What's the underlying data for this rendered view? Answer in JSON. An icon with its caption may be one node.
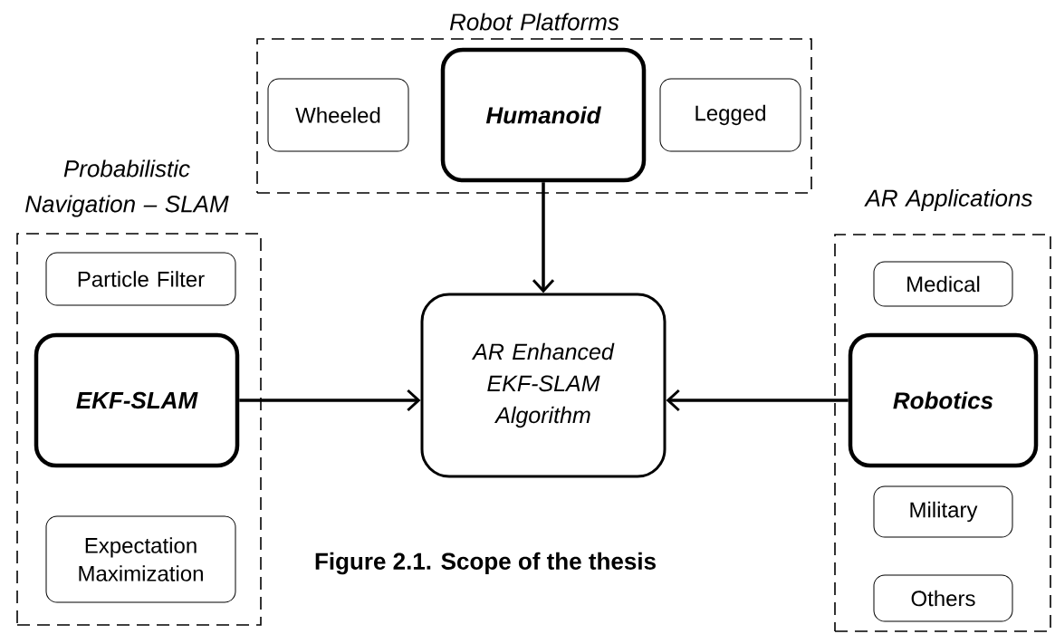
{
  "diagram": {
    "caption": "Figure 2.1. Scope of the thesis",
    "nodes": [
      {
        "text": [
          "Robot Platforms"
        ]
      },
      {
        "text": [
          "Wheeled"
        ],
        "in": 0
      },
      {
        "text": [
          "Humanoid"
        ],
        "in": 0
      },
      {
        "text": [
          "Legged"
        ],
        "in": 0
      },
      {
        "text": [
          "Probabilistic Navigation – SLAM"
        ]
      },
      {
        "text": [
          "Particle Filter"
        ],
        "in": 4
      },
      {
        "text": [
          "EKF-SLAM"
        ],
        "in": 4
      },
      {
        "text": [
          "Expectation Maximization"
        ],
        "in": 4
      },
      {
        "text": [
          "AR Enhanced EKF-SLAM Algorithm"
        ]
      },
      {
        "text": [
          "AR Applications"
        ]
      },
      {
        "text": [
          "Medical"
        ],
        "in": 9
      },
      {
        "text": [
          "Robotics"
        ],
        "in": 9
      },
      {
        "text": [
          "Military"
        ],
        "in": 9
      },
      {
        "text": [
          "Others"
        ],
        "in": 9
      }
    ],
    "edges": [
      {
        "from": 2,
        "to": 8,
        "arrow": "to"
      },
      {
        "from": 6,
        "to": 8,
        "arrow": "to"
      },
      {
        "from": 11,
        "to": 8,
        "arrow": "to"
      }
    ]
  }
}
